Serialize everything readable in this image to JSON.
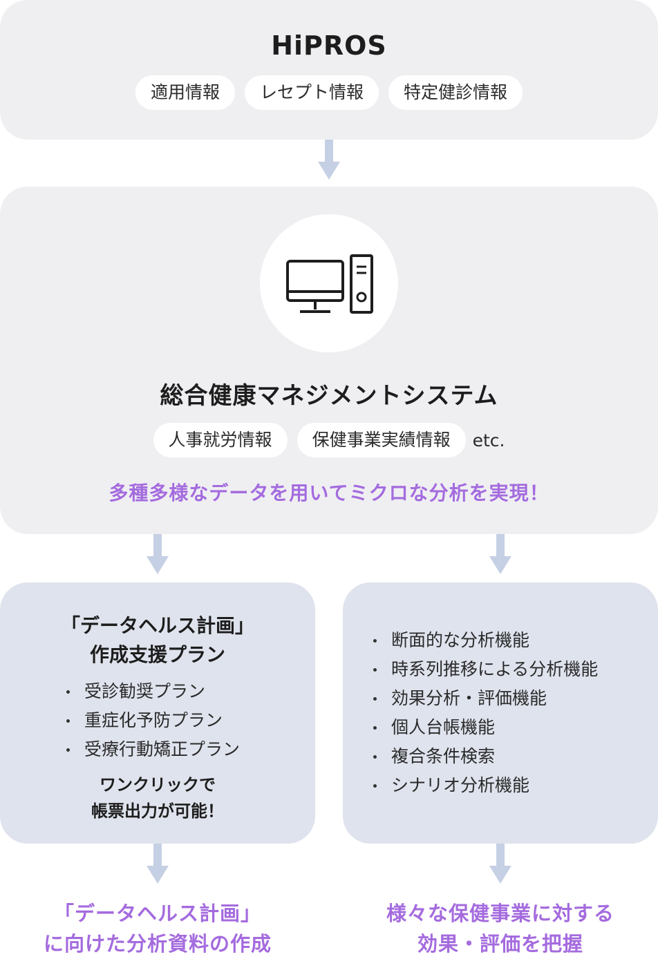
{
  "top": {
    "title": "HiPROS",
    "pills": [
      "適用情報",
      "レセプト情報",
      "特定健診情報"
    ]
  },
  "middle": {
    "icon": "desktop-computer-icon",
    "title": "総合健康マネジメントシステム",
    "pills": [
      "人事就労情報",
      "保健事業実績情報"
    ],
    "etc": "etc.",
    "highlight": "多種多様なデータを用いてミクロな分析を実現！"
  },
  "left_panel": {
    "title_line1": "「データヘルス計画」",
    "title_line2": "作成支援プラン",
    "items": [
      "受診勧奨プラン",
      "重症化予防プラン",
      "受療行動矯正プラン"
    ],
    "note_line1": "ワンクリックで",
    "note_line2": "帳票出力が可能！"
  },
  "right_panel": {
    "items": [
      "断面的な分析機能",
      "時系列推移による分析機能",
      "効果分析・評価機能",
      "個人台帳機能",
      "複合条件検索",
      "シナリオ分析機能"
    ]
  },
  "results": {
    "left_line1": "「データヘルス計画」",
    "left_line2": "に向けた分析資料の作成",
    "right_line1": "様々な保健事業に対する",
    "right_line2": "効果・評価を把握"
  },
  "colors": {
    "accent_purple": "#a46bde",
    "gray_box": "#efeff2",
    "blue_box": "#dfe3ed",
    "arrow": "#c6d0e4"
  }
}
